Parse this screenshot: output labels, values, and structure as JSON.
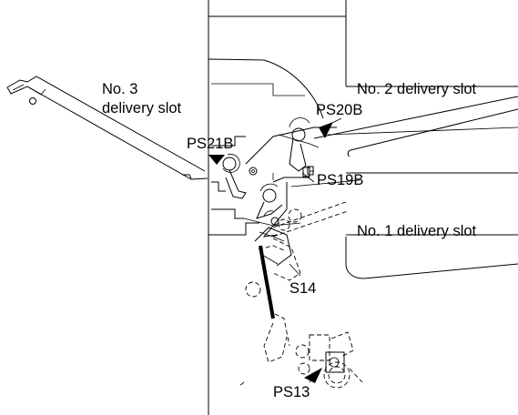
{
  "labels": {
    "slot3_line1": "No. 3",
    "slot3_line2": "delivery slot",
    "slot2": "No. 2 delivery slot",
    "slot1": "No. 1 delivery slot",
    "ps21b": "PS21B",
    "ps20b": "PS20B",
    "ps19b": "PS19B",
    "s14": "S14",
    "ps13": "PS13"
  },
  "colors": {
    "line": "#000000",
    "background": "#ffffff"
  }
}
